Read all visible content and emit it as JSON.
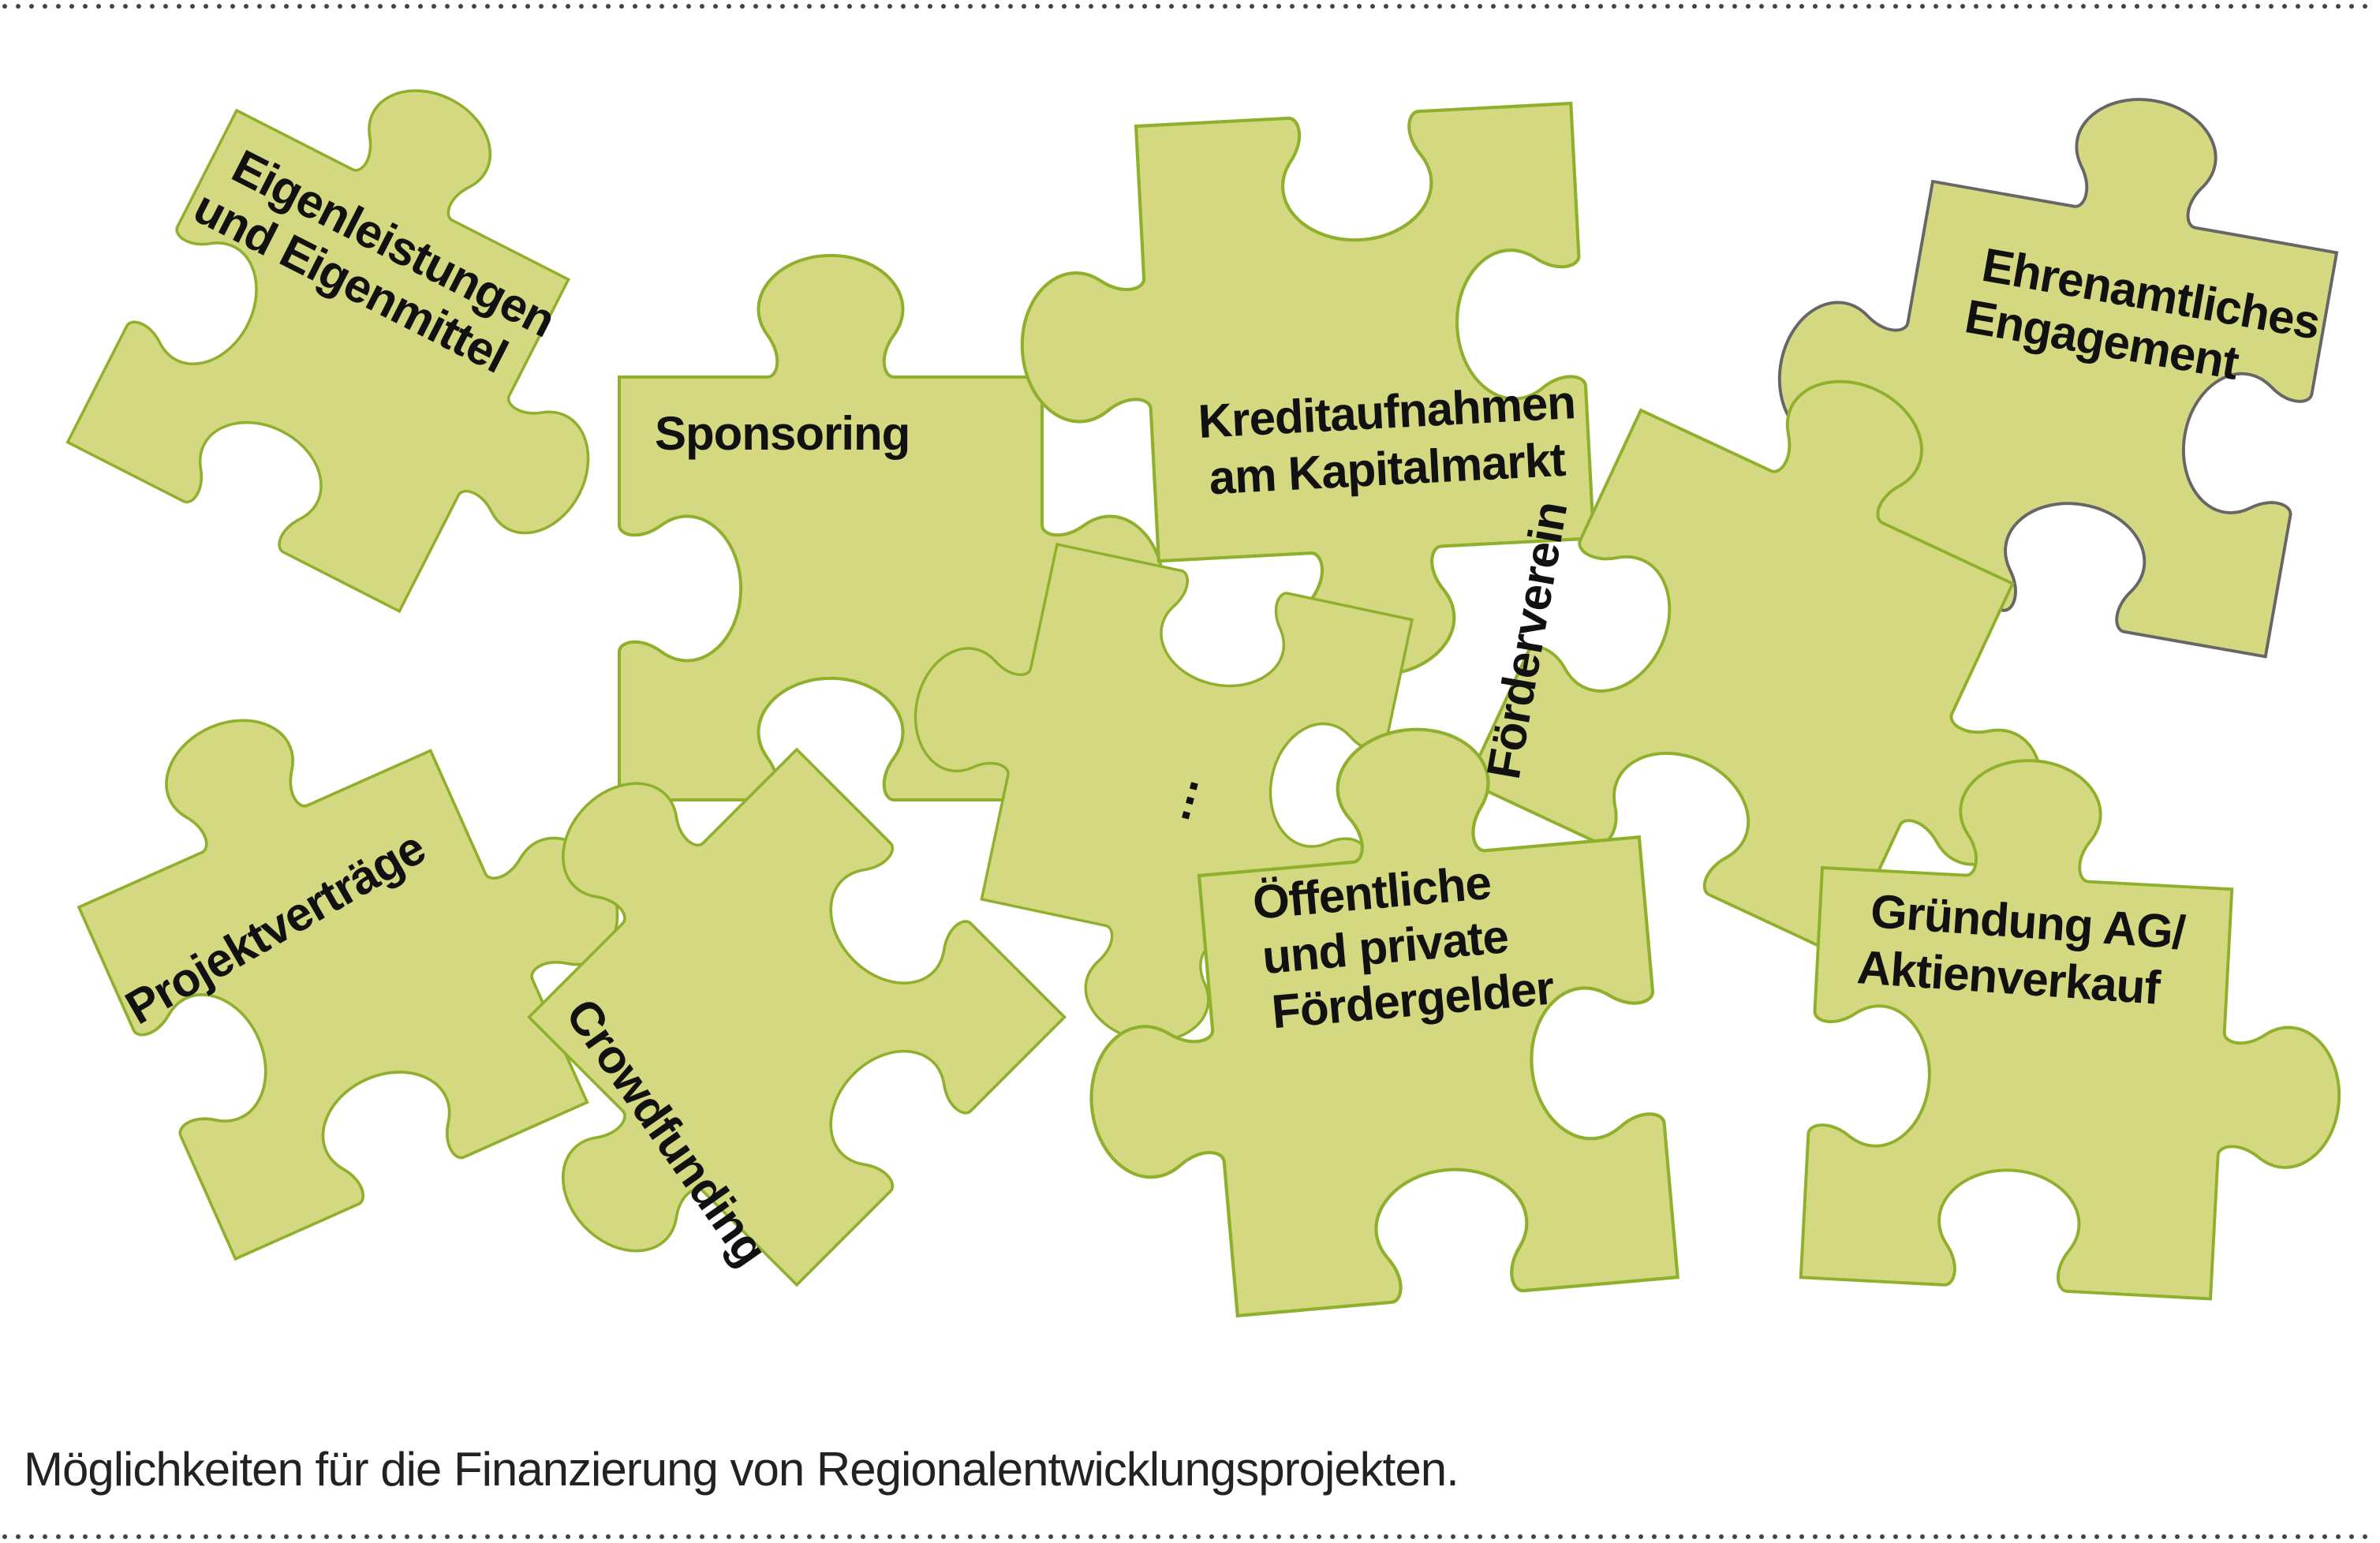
{
  "colors": {
    "piece_fill": "#d4d981",
    "piece_stroke": "#8fb02c",
    "dotted_rule": "#444444",
    "text": "#111111"
  },
  "pieces": [
    {
      "id": "eigenleistungen",
      "lines": [
        "Eigenleistungen",
        "und Eigenmittel"
      ]
    },
    {
      "id": "sponsoring",
      "lines": [
        "Sponsoring"
      ]
    },
    {
      "id": "kredit",
      "lines": [
        "Kreditaufnahmen",
        "am Kapitalmarkt"
      ]
    },
    {
      "id": "ehrenamt",
      "lines": [
        "Ehrenamtliches",
        "Engagement"
      ]
    },
    {
      "id": "foerderverein",
      "lines": [
        "Förderverein"
      ]
    },
    {
      "id": "ellipsis",
      "lines": [
        "…"
      ]
    },
    {
      "id": "projekt",
      "lines": [
        "Projektverträge"
      ]
    },
    {
      "id": "crowdfunding",
      "lines": [
        "Crowdfunding"
      ]
    },
    {
      "id": "foerdergelder",
      "lines": [
        "Öffentliche",
        "und private",
        "Fördergelder"
      ]
    },
    {
      "id": "gruendung",
      "lines": [
        "Gründung AG/",
        "Aktienverkauf"
      ]
    }
  ],
  "caption": "Möglichkeiten für die Finanzierung von Regionalentwicklungsprojekten."
}
